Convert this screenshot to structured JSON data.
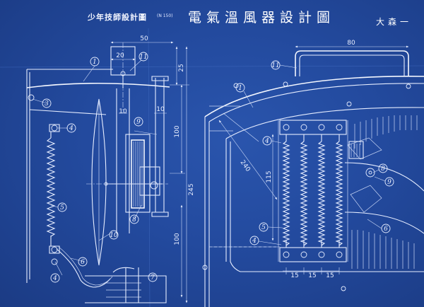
{
  "header": {
    "magazine_title": "少年技師設計圖",
    "issue_number": "(N 150)",
    "drawing_title": "電氣溫風器設計圖",
    "author": "大森一"
  },
  "dimensions": {
    "d50": "50",
    "d20": "20",
    "d25": "25",
    "d10a": "10",
    "d10b": "10",
    "d100a": "100",
    "d245": "245",
    "d100b": "100",
    "d80": "80",
    "d115": "115",
    "d240": "240",
    "d15a": "15",
    "d15b": "15",
    "d15c": "15"
  },
  "part_labels": {
    "l1a": "1",
    "l11a": "11",
    "l3": "3",
    "l4a": "4",
    "l9a": "9",
    "l5a": "5",
    "l8a": "8",
    "l10": "10",
    "l4b": "4",
    "l6": "6",
    "l7": "7",
    "l11b": "11",
    "l1b": "1",
    "l4c": "4",
    "l5b": "5",
    "l4d": "4",
    "l8b": "8",
    "l9b": "9",
    "l6b": "6"
  }
}
